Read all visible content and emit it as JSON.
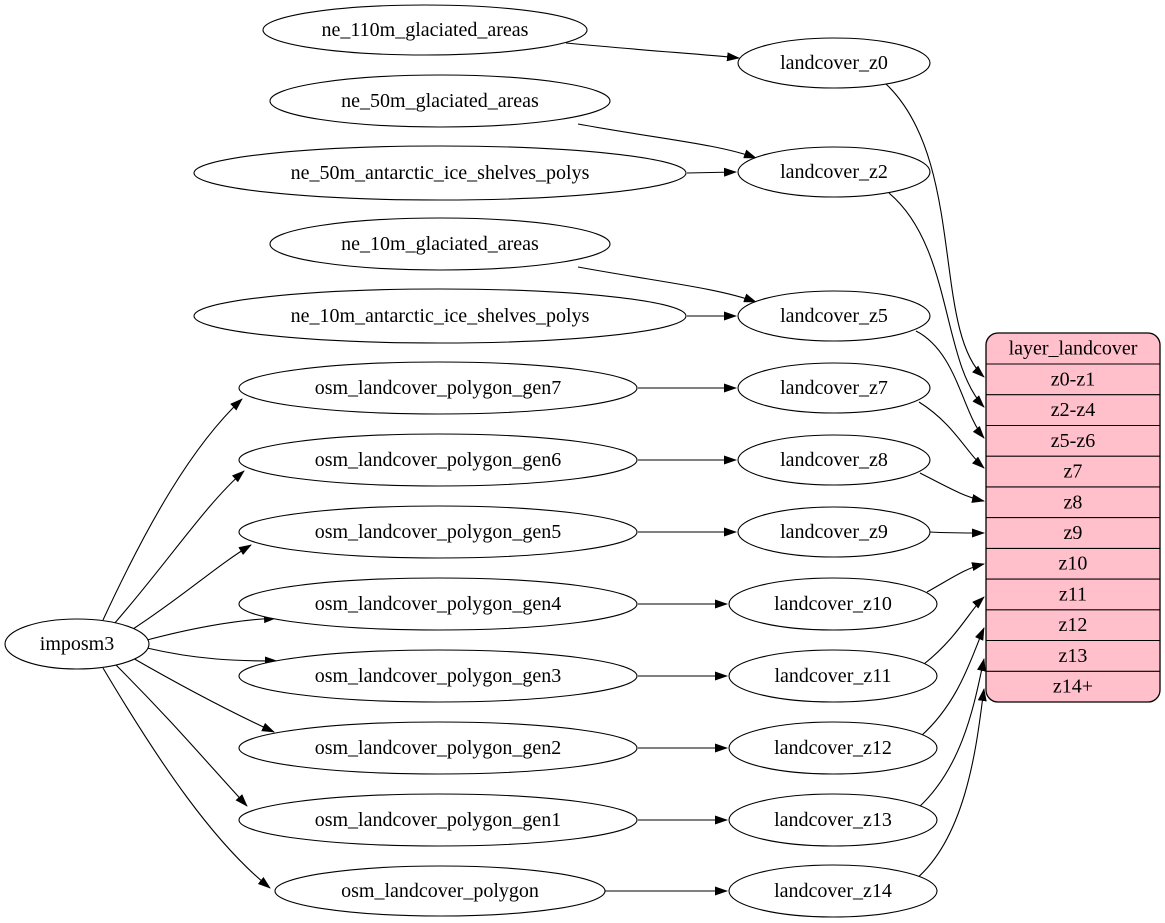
{
  "diagram": {
    "type": "dependency-graph",
    "background": "#ffffff",
    "edge_color": "#000000",
    "node_fill": "#ffffff",
    "node_stroke": "#000000",
    "table_fill": "#ffc0cb",
    "nodes": {
      "imposm3": {
        "label": "imposm3"
      },
      "ne_110m_glaciated_areas": {
        "label": "ne_110m_glaciated_areas"
      },
      "ne_50m_glaciated_areas": {
        "label": "ne_50m_glaciated_areas"
      },
      "ne_50m_antarctic_ice_shelves_polys": {
        "label": "ne_50m_antarctic_ice_shelves_polys"
      },
      "ne_10m_glaciated_areas": {
        "label": "ne_10m_glaciated_areas"
      },
      "ne_10m_antarctic_ice_shelves_polys": {
        "label": "ne_10m_antarctic_ice_shelves_polys"
      },
      "osm_landcover_polygon_gen7": {
        "label": "osm_landcover_polygon_gen7"
      },
      "osm_landcover_polygon_gen6": {
        "label": "osm_landcover_polygon_gen6"
      },
      "osm_landcover_polygon_gen5": {
        "label": "osm_landcover_polygon_gen5"
      },
      "osm_landcover_polygon_gen4": {
        "label": "osm_landcover_polygon_gen4"
      },
      "osm_landcover_polygon_gen3": {
        "label": "osm_landcover_polygon_gen3"
      },
      "osm_landcover_polygon_gen2": {
        "label": "osm_landcover_polygon_gen2"
      },
      "osm_landcover_polygon_gen1": {
        "label": "osm_landcover_polygon_gen1"
      },
      "osm_landcover_polygon": {
        "label": "osm_landcover_polygon"
      },
      "landcover_z0": {
        "label": "landcover_z0"
      },
      "landcover_z2": {
        "label": "landcover_z2"
      },
      "landcover_z5": {
        "label": "landcover_z5"
      },
      "landcover_z7": {
        "label": "landcover_z7"
      },
      "landcover_z8": {
        "label": "landcover_z8"
      },
      "landcover_z9": {
        "label": "landcover_z9"
      },
      "landcover_z10": {
        "label": "landcover_z10"
      },
      "landcover_z11": {
        "label": "landcover_z11"
      },
      "landcover_z12": {
        "label": "landcover_z12"
      },
      "landcover_z13": {
        "label": "landcover_z13"
      },
      "landcover_z14": {
        "label": "landcover_z14"
      }
    },
    "table": {
      "title": "layer_landcover",
      "rows": [
        "z0-z1",
        "z2-z4",
        "z5-z6",
        "z7",
        "z8",
        "z9",
        "z10",
        "z11",
        "z12",
        "z13",
        "z14+"
      ]
    },
    "edges": [
      {
        "from": "imposm3",
        "to": "osm_landcover_polygon_gen7"
      },
      {
        "from": "imposm3",
        "to": "osm_landcover_polygon_gen6"
      },
      {
        "from": "imposm3",
        "to": "osm_landcover_polygon_gen5"
      },
      {
        "from": "imposm3",
        "to": "osm_landcover_polygon_gen4"
      },
      {
        "from": "imposm3",
        "to": "osm_landcover_polygon_gen3"
      },
      {
        "from": "imposm3",
        "to": "osm_landcover_polygon_gen2"
      },
      {
        "from": "imposm3",
        "to": "osm_landcover_polygon_gen1"
      },
      {
        "from": "imposm3",
        "to": "osm_landcover_polygon"
      },
      {
        "from": "ne_110m_glaciated_areas",
        "to": "landcover_z0"
      },
      {
        "from": "ne_50m_glaciated_areas",
        "to": "landcover_z2"
      },
      {
        "from": "ne_50m_antarctic_ice_shelves_polys",
        "to": "landcover_z2"
      },
      {
        "from": "ne_10m_glaciated_areas",
        "to": "landcover_z5"
      },
      {
        "from": "ne_10m_antarctic_ice_shelves_polys",
        "to": "landcover_z5"
      },
      {
        "from": "osm_landcover_polygon_gen7",
        "to": "landcover_z7"
      },
      {
        "from": "osm_landcover_polygon_gen6",
        "to": "landcover_z8"
      },
      {
        "from": "osm_landcover_polygon_gen5",
        "to": "landcover_z9"
      },
      {
        "from": "osm_landcover_polygon_gen4",
        "to": "landcover_z10"
      },
      {
        "from": "osm_landcover_polygon_gen3",
        "to": "landcover_z11"
      },
      {
        "from": "osm_landcover_polygon_gen2",
        "to": "landcover_z12"
      },
      {
        "from": "osm_landcover_polygon_gen1",
        "to": "landcover_z13"
      },
      {
        "from": "osm_landcover_polygon",
        "to": "landcover_z14"
      },
      {
        "from": "landcover_z0",
        "to": "layer_landcover.z0-z1"
      },
      {
        "from": "landcover_z2",
        "to": "layer_landcover.z2-z4"
      },
      {
        "from": "landcover_z5",
        "to": "layer_landcover.z5-z6"
      },
      {
        "from": "landcover_z7",
        "to": "layer_landcover.z7"
      },
      {
        "from": "landcover_z8",
        "to": "layer_landcover.z8"
      },
      {
        "from": "landcover_z9",
        "to": "layer_landcover.z9"
      },
      {
        "from": "landcover_z10",
        "to": "layer_landcover.z10"
      },
      {
        "from": "landcover_z11",
        "to": "layer_landcover.z11"
      },
      {
        "from": "landcover_z12",
        "to": "layer_landcover.z12"
      },
      {
        "from": "landcover_z13",
        "to": "layer_landcover.z13"
      },
      {
        "from": "landcover_z14",
        "to": "layer_landcover.z14+"
      }
    ]
  }
}
